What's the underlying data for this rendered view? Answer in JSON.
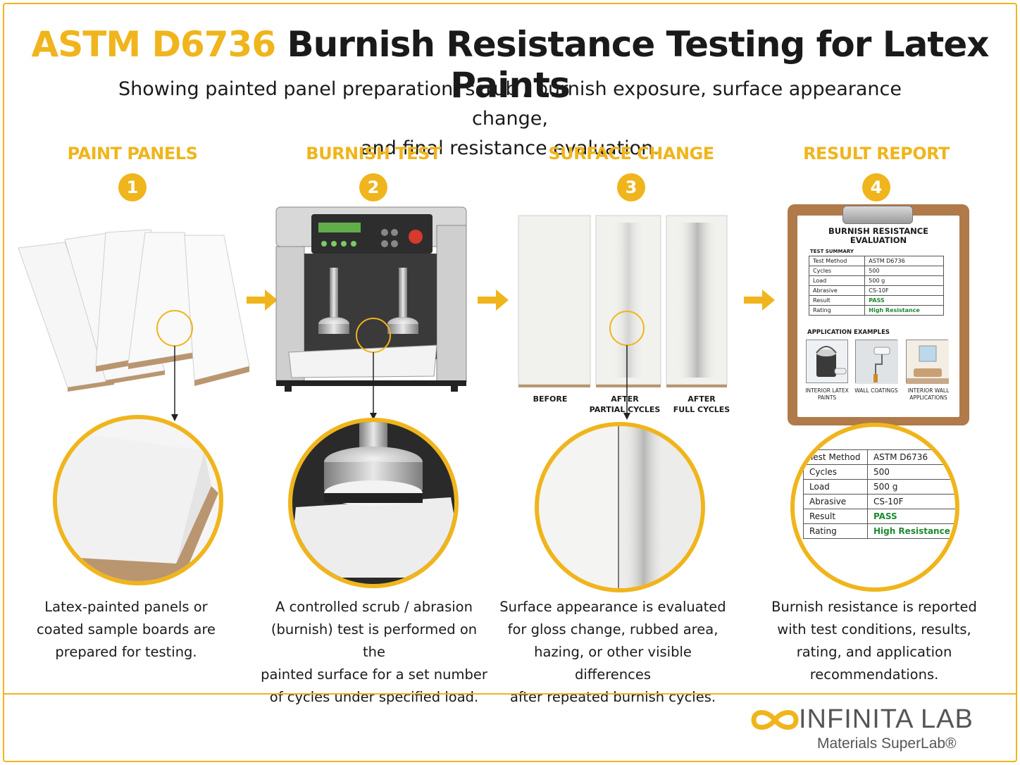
{
  "header": {
    "title_accent": "ASTM D6736",
    "title_rest": " Burnish Resistance Testing for Latex Paints",
    "subtitle_line1": "Showing painted panel preparation, scrub / burnish exposure, surface appearance change,",
    "subtitle_line2": "and final resistance evaluation."
  },
  "steps": [
    {
      "title": "PAINT PANELS",
      "number": "1",
      "description_lines": [
        "Latex-painted panels or",
        "coated sample boards are",
        "prepared for testing."
      ]
    },
    {
      "title": "BURNISH TEST",
      "number": "2",
      "description_lines": [
        "A controlled scrub / abrasion",
        "(burnish) test is performed on the",
        "painted surface for a set number",
        "of cycles under specified load."
      ]
    },
    {
      "title": "SURFACE CHANGE",
      "number": "3",
      "description_lines": [
        "Surface appearance is evaluated",
        "for gloss change, rubbed area,",
        "hazing, or other visible differences",
        "after repeated burnish cycles."
      ]
    },
    {
      "title": "RESULT REPORT",
      "number": "4",
      "description_lines": [
        "Burnish resistance is reported",
        "with test conditions, results,",
        "rating, and application",
        "recommendations."
      ]
    }
  ],
  "panel_labels": [
    {
      "line1": "BEFORE",
      "line2": ""
    },
    {
      "line1": "AFTER",
      "line2": "PARTIAL CYCLES"
    },
    {
      "line1": "AFTER",
      "line2": "FULL CYCLES"
    }
  ],
  "report": {
    "title_line1": "BURNISH RESISTANCE",
    "title_line2": "EVALUATION",
    "summary_label": "TEST SUMMARY",
    "rows": [
      {
        "label": "Test Method",
        "value": "ASTM D6736"
      },
      {
        "label": "Cycles",
        "value": "500"
      },
      {
        "label": "Load",
        "value": "500 g"
      },
      {
        "label": "Abrasive",
        "value": "CS-10F"
      },
      {
        "label": "Result",
        "value": "PASS"
      },
      {
        "label": "Rating",
        "value": "High Resistance"
      }
    ],
    "applications_label": "APPLICATION EXAMPLES",
    "applications": [
      {
        "line1": "INTERIOR LATEX",
        "line2": "PAINTS"
      },
      {
        "line1": "WALL COATINGS",
        "line2": ""
      },
      {
        "line1": "INTERIOR WALL",
        "line2": "APPLICATIONS"
      }
    ]
  },
  "brand": {
    "name": "INFINITA LAB",
    "tagline": "Materials SuperLab®"
  },
  "colors": {
    "accent": "#f0b51c",
    "pass": "#1e8a2e",
    "board_edge": "#b99670"
  }
}
